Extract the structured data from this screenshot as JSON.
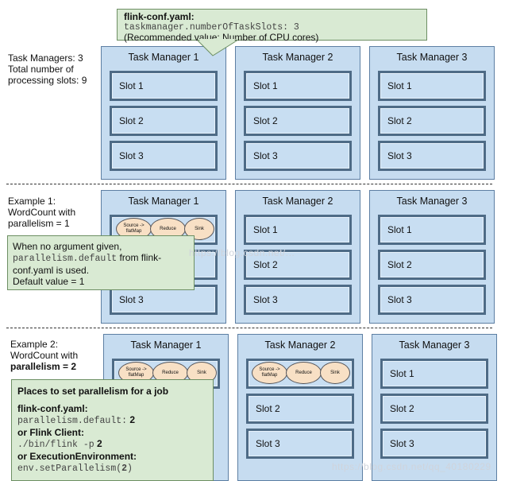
{
  "top_callout": {
    "title": "flink-conf.yaml:",
    "code": "taskmanager.numberOfTaskSlots: 3",
    "note": "(Recommended value: Number of CPU cores)"
  },
  "section1": {
    "label_lines": [
      "Task Managers: 3",
      "Total number of",
      "processing slots: 9"
    ],
    "task_managers": [
      {
        "title": "Task Manager 1",
        "slots": [
          "Slot 1",
          "Slot 2",
          "Slot 3"
        ]
      },
      {
        "title": "Task Manager 2",
        "slots": [
          "Slot 1",
          "Slot 2",
          "Slot 3"
        ]
      },
      {
        "title": "Task Manager 3",
        "slots": [
          "Slot 1",
          "Slot 2",
          "Slot 3"
        ]
      }
    ]
  },
  "section2": {
    "label_lines": [
      "Example 1:",
      "WordCount with",
      "parallelism = 1"
    ],
    "operators": [
      "Source -> flatMap",
      "Reduce",
      "Sink"
    ],
    "task_managers": [
      {
        "title": "Task Manager 1",
        "slots": [
          "Slot 3"
        ]
      },
      {
        "title": "Task Manager 2",
        "slots": [
          "Slot 1",
          "Slot 2",
          "Slot 3"
        ]
      },
      {
        "title": "Task Manager 3",
        "slots": [
          "Slot 1",
          "Slot 2",
          "Slot 3"
        ]
      }
    ],
    "callout": {
      "line1": "When no argument given,",
      "code": "parallelism.default",
      "line2_rest": " from flink-",
      "line3": "conf.yaml is used.",
      "line4": "Default value = 1"
    }
  },
  "section3": {
    "label_line1": "Example 2:",
    "label_line2": "WordCount with",
    "label_bold": "parallelism = 2",
    "operators": [
      "Source -> flatMap",
      "Reduce",
      "Sink"
    ],
    "task_managers": [
      {
        "title": "Task Manager 1"
      },
      {
        "title": "Task Manager 2",
        "slots": [
          "Slot 2",
          "Slot 3"
        ]
      },
      {
        "title": "Task Manager 3",
        "slots": [
          "Slot 1",
          "Slot 2",
          "Slot 3"
        ]
      }
    ],
    "callout": {
      "title": "Places to set parallelism for a job",
      "h1": "flink-conf.yaml:",
      "c1_code": "parallelism.default:",
      "c1_value": "2",
      "h2": "or Flink Client:",
      "c2_code": "./bin/flink -p",
      "c2_value": "2",
      "h3": "or ExecutionEnvironment:",
      "c3_code": "env.setParallelism(",
      "c3_value": "2",
      "c3_end": ")"
    }
  },
  "watermarks": [
    "https://blog.csdn.net/...",
    "https://blog.csdn.net/qq_40180229"
  ]
}
